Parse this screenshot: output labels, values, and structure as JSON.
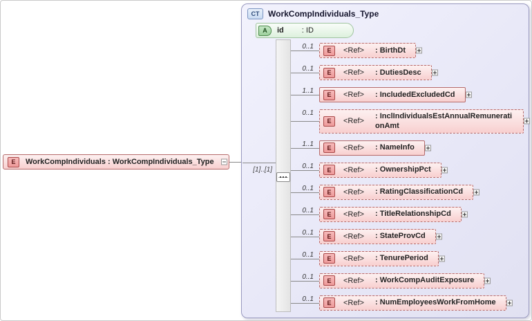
{
  "diagram": {
    "root_element": {
      "badge": "E",
      "label": "WorkCompIndividuals : WorkCompIndividuals_Type"
    },
    "complex_type": {
      "badge": "CT",
      "title": "WorkCompIndividuals_Type",
      "attribute": {
        "badge": "A",
        "name": "id",
        "type": ": ID"
      },
      "compositor": {
        "cardinality": "[1]..[1]",
        "icon": "sequence"
      },
      "elements": [
        {
          "badge": "E",
          "cardinality": "0..1",
          "ref": "<Ref>",
          "name": ": BirthDt",
          "border": "dashed"
        },
        {
          "badge": "E",
          "cardinality": "0..1",
          "ref": "<Ref>",
          "name": ": DutiesDesc",
          "border": "dashed"
        },
        {
          "badge": "E",
          "cardinality": "1..1",
          "ref": "<Ref>",
          "name": ": IncludedExcludedCd",
          "border": "solid"
        },
        {
          "badge": "E",
          "cardinality": "0..1",
          "ref": "<Ref>",
          "name": ": InclIndividualsEstAnnualRemunerationAmt",
          "border": "dashed"
        },
        {
          "badge": "E",
          "cardinality": "1..1",
          "ref": "<Ref>",
          "name": ": NameInfo",
          "border": "solid"
        },
        {
          "badge": "E",
          "cardinality": "0..1",
          "ref": "<Ref>",
          "name": ": OwnershipPct",
          "border": "dashed"
        },
        {
          "badge": "E",
          "cardinality": "0..1",
          "ref": "<Ref>",
          "name": ": RatingClassificationCd",
          "border": "dashed"
        },
        {
          "badge": "E",
          "cardinality": "0..1",
          "ref": "<Ref>",
          "name": ": TitleRelationshipCd",
          "border": "dashed"
        },
        {
          "badge": "E",
          "cardinality": "0..1",
          "ref": "<Ref>",
          "name": ": StateProvCd",
          "border": "dashed"
        },
        {
          "badge": "E",
          "cardinality": "0..1",
          "ref": "<Ref>",
          "name": ": TenurePeriod",
          "border": "dashed"
        },
        {
          "badge": "E",
          "cardinality": "0..1",
          "ref": "<Ref>",
          "name": ": WorkCompAuditExposure",
          "border": "dashed"
        },
        {
          "badge": "E",
          "cardinality": "0..1",
          "ref": "<Ref>",
          "name": ": NumEmployeesWorkFromHome",
          "border": "dashed"
        }
      ]
    },
    "icons": {
      "element_badge": "E-square",
      "attribute_badge": "A-pill",
      "complex_type_badge": "CT-square",
      "expand": "plus-square",
      "collapse": "dash-square",
      "compositor": "sequence-dots"
    },
    "colors": {
      "element_fill": "#f8cfcf",
      "element_border": "#b56a6a",
      "container_fill": "#e9e9f7",
      "container_border": "#9a9ac0",
      "attribute_fill": "#ddf0dd",
      "attribute_border": "#9fc49f",
      "ct_badge_fill": "#c9dbf2",
      "connector_line": "#888888"
    }
  }
}
